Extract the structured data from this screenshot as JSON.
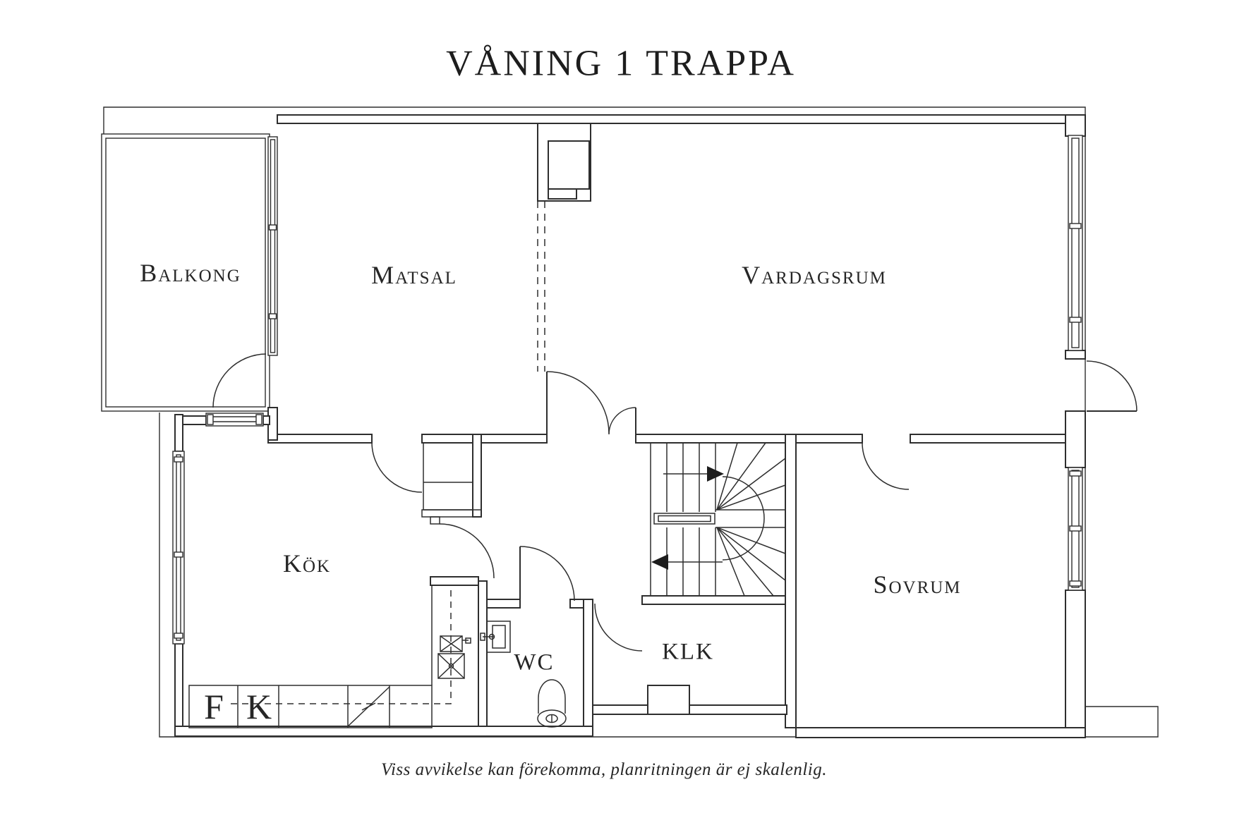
{
  "title": "VÅNING 1 TRAPPA",
  "disclaimer": "Viss avvikelse kan förekomma, planritningen är ej skalenlig.",
  "rooms": {
    "balkong": {
      "label": "Balkong"
    },
    "matsal": {
      "label": "Matsal"
    },
    "vardagsrum": {
      "label": "Vardagsrum"
    },
    "kok": {
      "label": "Kök"
    },
    "wc": {
      "label": "WC"
    },
    "klk": {
      "label": "KLK"
    },
    "sovrum": {
      "label": "Sovrum"
    }
  },
  "kitchen_units": {
    "fridge": "F",
    "freezer": "K"
  },
  "colors": {
    "line": "#2e2e2e",
    "background": "#ffffff"
  }
}
